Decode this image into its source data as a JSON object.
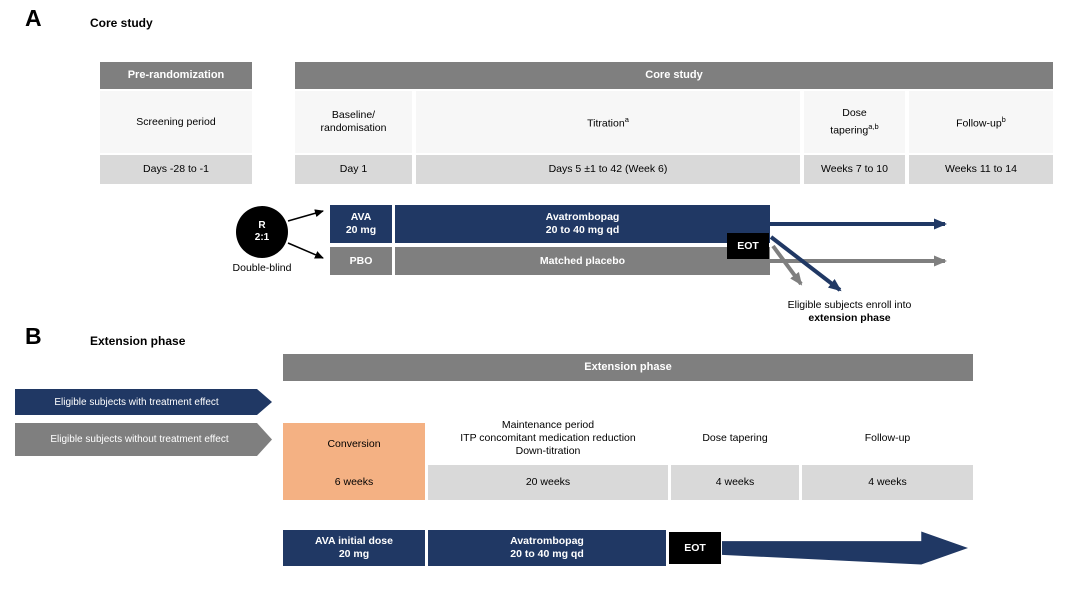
{
  "colors": {
    "navy": "#203864",
    "gray_header": "#7F7F7F",
    "gray_light": "#D9D9D9",
    "cell_bg": "#F7F7F7",
    "orange": "#F4B183"
  },
  "panel_a": {
    "label": "A",
    "title": "Core study",
    "pre_table": {
      "header": "Pre-randomization",
      "period": "Screening period",
      "duration": "Days -28 to -1"
    },
    "core_table": {
      "header": "Core study",
      "col1": {
        "line1": "Baseline/",
        "line2": "randomisation",
        "duration": "Day 1"
      },
      "col2": {
        "name": "Titration",
        "sup": "a",
        "duration": "Days 5 ±1 to 42 (Week 6)"
      },
      "col3": {
        "line1": "Dose",
        "line2": "tapering",
        "sup": "a,b",
        "duration": "Weeks 7 to 10"
      },
      "col4": {
        "name": "Follow-up",
        "sup": "b",
        "duration": "Weeks 11 to 14"
      }
    },
    "randomization": {
      "letter": "R",
      "ratio": "2:1",
      "caption": "Double-blind"
    },
    "ava_box": {
      "line1": "AVA",
      "line2": "20 mg"
    },
    "ava_bar": {
      "line1": "Avatrombopag",
      "line2": "20 to 40 mg qd"
    },
    "pbo_box": "PBO",
    "pbo_bar": "Matched placebo",
    "eot": "EOT",
    "enroll_note": {
      "line1": "Eligible subjects enroll into",
      "line2": "extension phase"
    }
  },
  "panel_b": {
    "label": "B",
    "title": "Extension phase",
    "header": "Extension phase",
    "arrow_with_effect": "Eligible subjects with treatment effect",
    "arrow_without_effect": "Eligible subjects without treatment effect",
    "conversion": {
      "name": "Conversion",
      "duration": "6 weeks"
    },
    "maintenance": {
      "line1": "Maintenance period",
      "line2": "ITP concomitant medication reduction",
      "line3": "Down-titration",
      "duration": "20 weeks"
    },
    "dose_tapering": {
      "name": "Dose tapering",
      "duration": "4 weeks"
    },
    "follow_up": {
      "name": "Follow-up",
      "duration": "4 weeks"
    },
    "ava_initial_box": {
      "line1": "AVA initial dose",
      "line2": "20 mg"
    },
    "ava_bar": {
      "line1": "Avatrombopag",
      "line2": "20 to 40 mg qd"
    },
    "eot": "EOT"
  }
}
